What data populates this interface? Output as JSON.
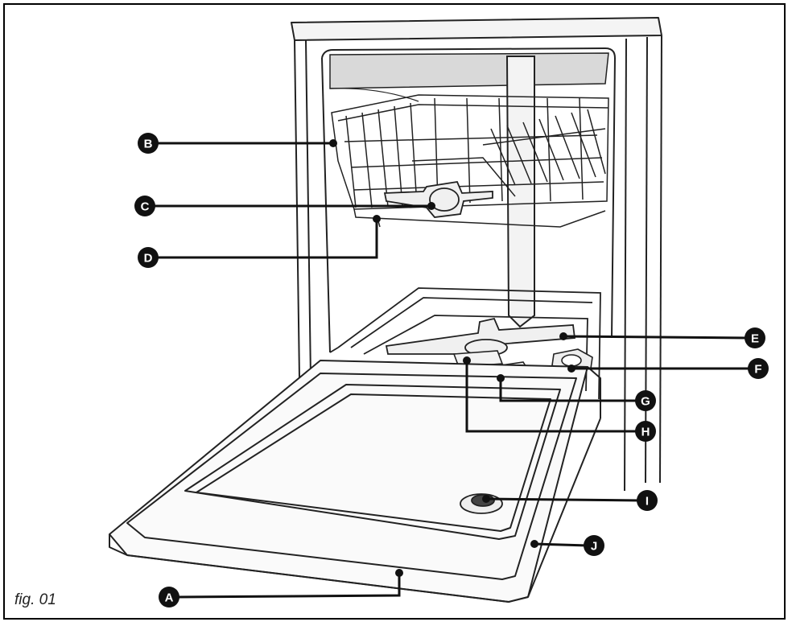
{
  "figure_label": "fig. 01",
  "colors": {
    "line": "#222222",
    "badge": "#111111",
    "panel": "#d9d9d9",
    "frame": "#000000"
  },
  "callouts": [
    {
      "id": "A",
      "label": "A"
    },
    {
      "id": "B",
      "label": "B"
    },
    {
      "id": "C",
      "label": "C"
    },
    {
      "id": "D",
      "label": "D"
    },
    {
      "id": "E",
      "label": "E"
    },
    {
      "id": "F",
      "label": "F"
    },
    {
      "id": "G",
      "label": "G"
    },
    {
      "id": "H",
      "label": "H"
    },
    {
      "id": "I",
      "label": "I"
    },
    {
      "id": "J",
      "label": "J"
    }
  ]
}
